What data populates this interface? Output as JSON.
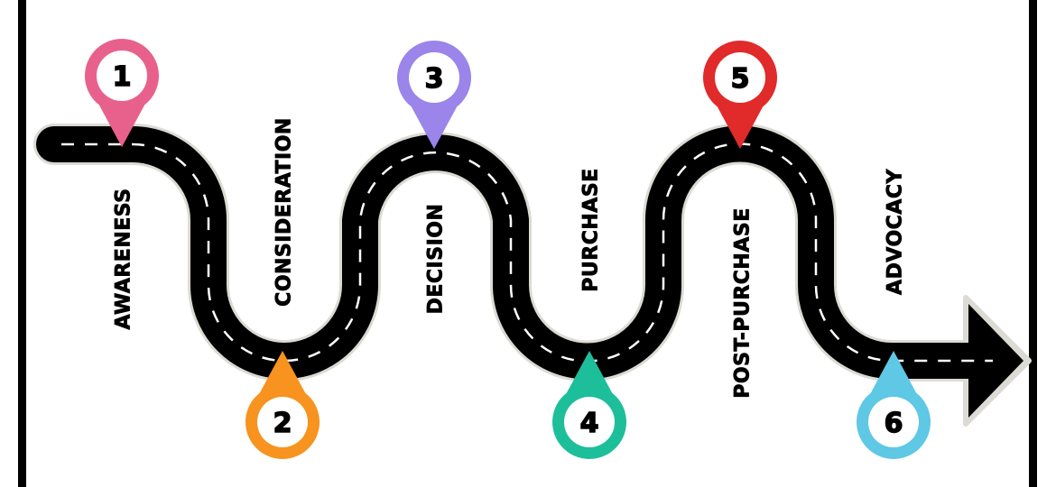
{
  "title": "Customer Journey Roadmap",
  "stages": [
    {
      "number": "1",
      "label": "AWARENESS",
      "color": "#e8618c"
    },
    {
      "number": "2",
      "label": "CONSIDERATION",
      "color": "#f7931e"
    },
    {
      "number": "3",
      "label": "DECISION",
      "color": "#9b84ea"
    },
    {
      "number": "4",
      "label": "PURCHASE",
      "color": "#1dbf9b"
    },
    {
      "number": "5",
      "label": "POST-PURCHASE",
      "color": "#e12a2a"
    },
    {
      "number": "6",
      "label": "ADVOCACY",
      "color": "#5ec8e5"
    }
  ],
  "colors": {
    "road": "#000000",
    "road_edge": "#dcdad4",
    "lane_marking": "#ffffff",
    "frame": "#000000"
  },
  "icons": {
    "pin": "map-pin-icon",
    "arrow": "arrow-right-icon"
  }
}
